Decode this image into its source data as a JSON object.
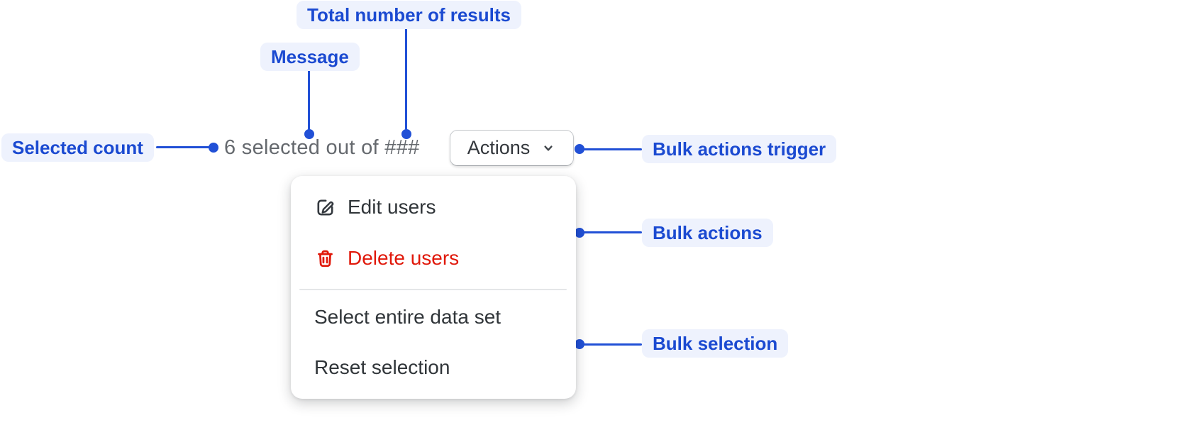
{
  "colors": {
    "accent_blue": "#2150d6",
    "annotation_text": "#1b4ad1",
    "annotation_bg": "#eef2fd",
    "message_text": "#65696e",
    "menu_text": "#303539",
    "critical_red": "#e0180a"
  },
  "annotations": {
    "total_results": {
      "label": "Total number of results"
    },
    "message": {
      "label": "Message"
    },
    "selected_count": {
      "label": "Selected count"
    },
    "bulk_actions_trigger": {
      "label": "Bulk actions trigger"
    },
    "bulk_actions": {
      "label": "Bulk actions"
    },
    "bulk_selection": {
      "label": "Bulk selection"
    }
  },
  "bulk_bar": {
    "message": "6 selected out of ###",
    "trigger_label": "Actions"
  },
  "menu": {
    "items": [
      {
        "label": "Edit users",
        "icon": "edit-icon",
        "tone": "default"
      },
      {
        "label": "Delete users",
        "icon": "trash-icon",
        "tone": "critical"
      },
      {
        "label": "Select entire data set",
        "icon": "",
        "tone": "default"
      },
      {
        "label": "Reset selection",
        "icon": "",
        "tone": "default"
      }
    ]
  }
}
